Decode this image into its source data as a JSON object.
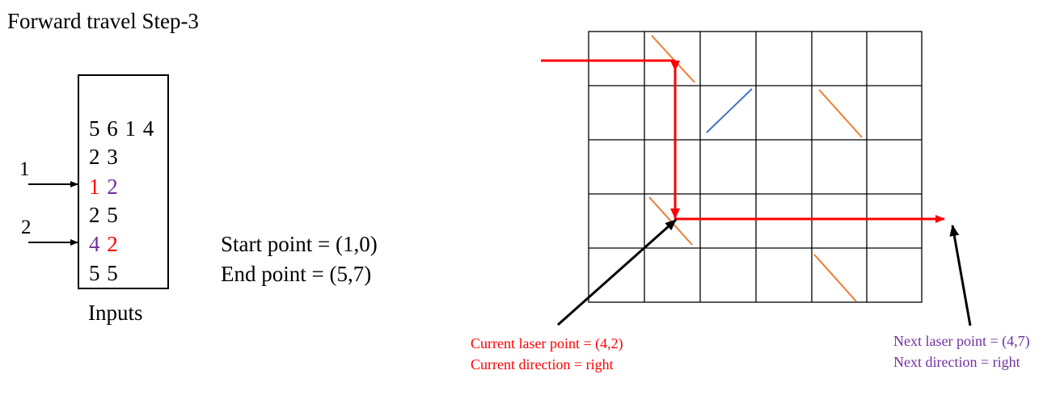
{
  "title": "Forward travel Step-3",
  "inputs": {
    "lines": [
      [
        {
          "text": "5 6 1 4",
          "color": "black"
        }
      ],
      [
        {
          "text": "2 3",
          "color": "black"
        }
      ],
      [
        {
          "text": "1",
          "color": "red"
        },
        {
          "text": " "
        },
        {
          "text": "2",
          "color": "purple"
        }
      ],
      [
        {
          "text": "2 5",
          "color": "black"
        }
      ],
      [
        {
          "text": "4",
          "color": "purple"
        },
        {
          "text": " "
        },
        {
          "text": "2",
          "color": "red"
        }
      ],
      [
        {
          "text": "5 5",
          "color": "black"
        }
      ]
    ],
    "caption": "Inputs",
    "marker_1": "1",
    "marker_2": "2"
  },
  "points": {
    "start": "Start point = (1,0)",
    "end": "End point = (5,7)"
  },
  "current": {
    "point": "Current laser point = (4,2)",
    "direction": "Current direction = right"
  },
  "next": {
    "point": "Next laser point = (4,7)",
    "direction": "Next direction = right"
  },
  "grid": {
    "rows": 5,
    "cols": 6
  },
  "colors": {
    "laser": "#ff0000",
    "mirror_backslash": "#ed7d31",
    "mirror_slash": "#4472c4",
    "current_text": "#ff0000",
    "next_text": "#7030a0"
  }
}
